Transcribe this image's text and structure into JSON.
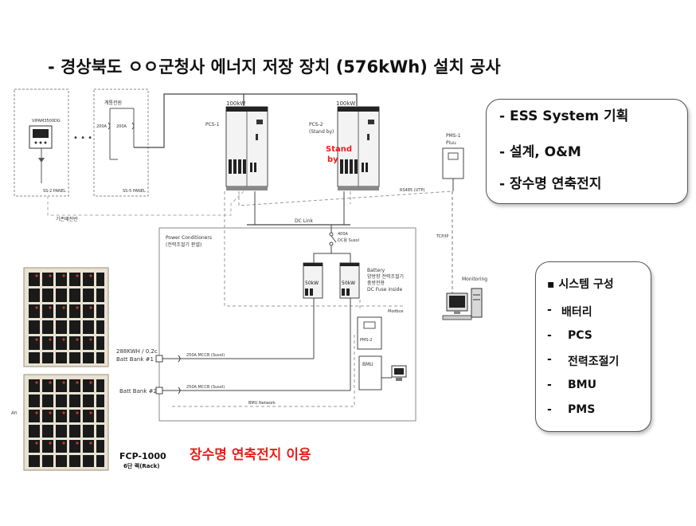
{
  "title": "- 경상북도 ㅇㅇ군청사 에너지 저장 장치 (576kWh) 설치 공사",
  "ess_box": {
    "items": [
      "- ESS System  기획",
      "- 설계, O&M",
      "- 장수명 연축전지"
    ]
  },
  "system_box": {
    "header": "▪ 시스템 구성",
    "items": [
      {
        "dash": "-",
        "label": "배터리"
      },
      {
        "dash": "-",
        "label": "PCS"
      },
      {
        "dash": "-",
        "label": "전력조절기"
      },
      {
        "dash": "-",
        "label": "BMU"
      },
      {
        "dash": "-",
        "label": "PMS"
      }
    ]
  },
  "caption": "장수명 연축전지 이용",
  "rack": {
    "model": "FCP-1000",
    "sub": "6단 랙(Rack)",
    "left_label": "AYI"
  },
  "diagram": {
    "vipam": "VIPAM3500DG",
    "ss2": "SS-2 PANEL",
    "ss5": "SS-5 PANEL",
    "ellipsis": "• • •",
    "grid_power": "계통전원",
    "breaker_a": "200A",
    "breaker_b": "200A",
    "existing_panel": "기존배전반",
    "pcs1_rating": "100kW",
    "pcs1_name": "PCS-1",
    "pcs2_rating": "100kW",
    "pcs2_name": "PCS-2",
    "pcs2_sub": "(Stand by)",
    "standby_1": "Stand",
    "standby_2": "by",
    "pms1_name": "PMS-1",
    "pms1_sub": "Piuu",
    "rs485": "RS485 (UTP)",
    "tcpip": "TCP/IP",
    "dc_link": "DC Link",
    "pc_title": "Power Conditioners",
    "pc_sub": "(전력조절기 판넬)",
    "fuse_a": "400A",
    "fuse_b": "DC용 Susol",
    "conv1": "50kW",
    "conv2": "50kW",
    "bat_1": "Battery",
    "bat_2": "양방향 전력조절기",
    "bat_3": "충방전용",
    "bat_4": "DC Fuse inside",
    "modbus": "Modbus",
    "pms2": "PMS-2",
    "bmu": "BMU",
    "monitoring": "Monitoring",
    "bank_rating": "288KWH / 0.2c",
    "bank1": "Batt Bank #1",
    "bank2": "Batt Bank #2",
    "mccb1": "250A MCCB (Susol)",
    "mccb2": "250A MCCB (Susol)",
    "bmu_network": "BMU Network"
  },
  "colors": {
    "accent_red": "#e8201c",
    "text": "#111111"
  }
}
